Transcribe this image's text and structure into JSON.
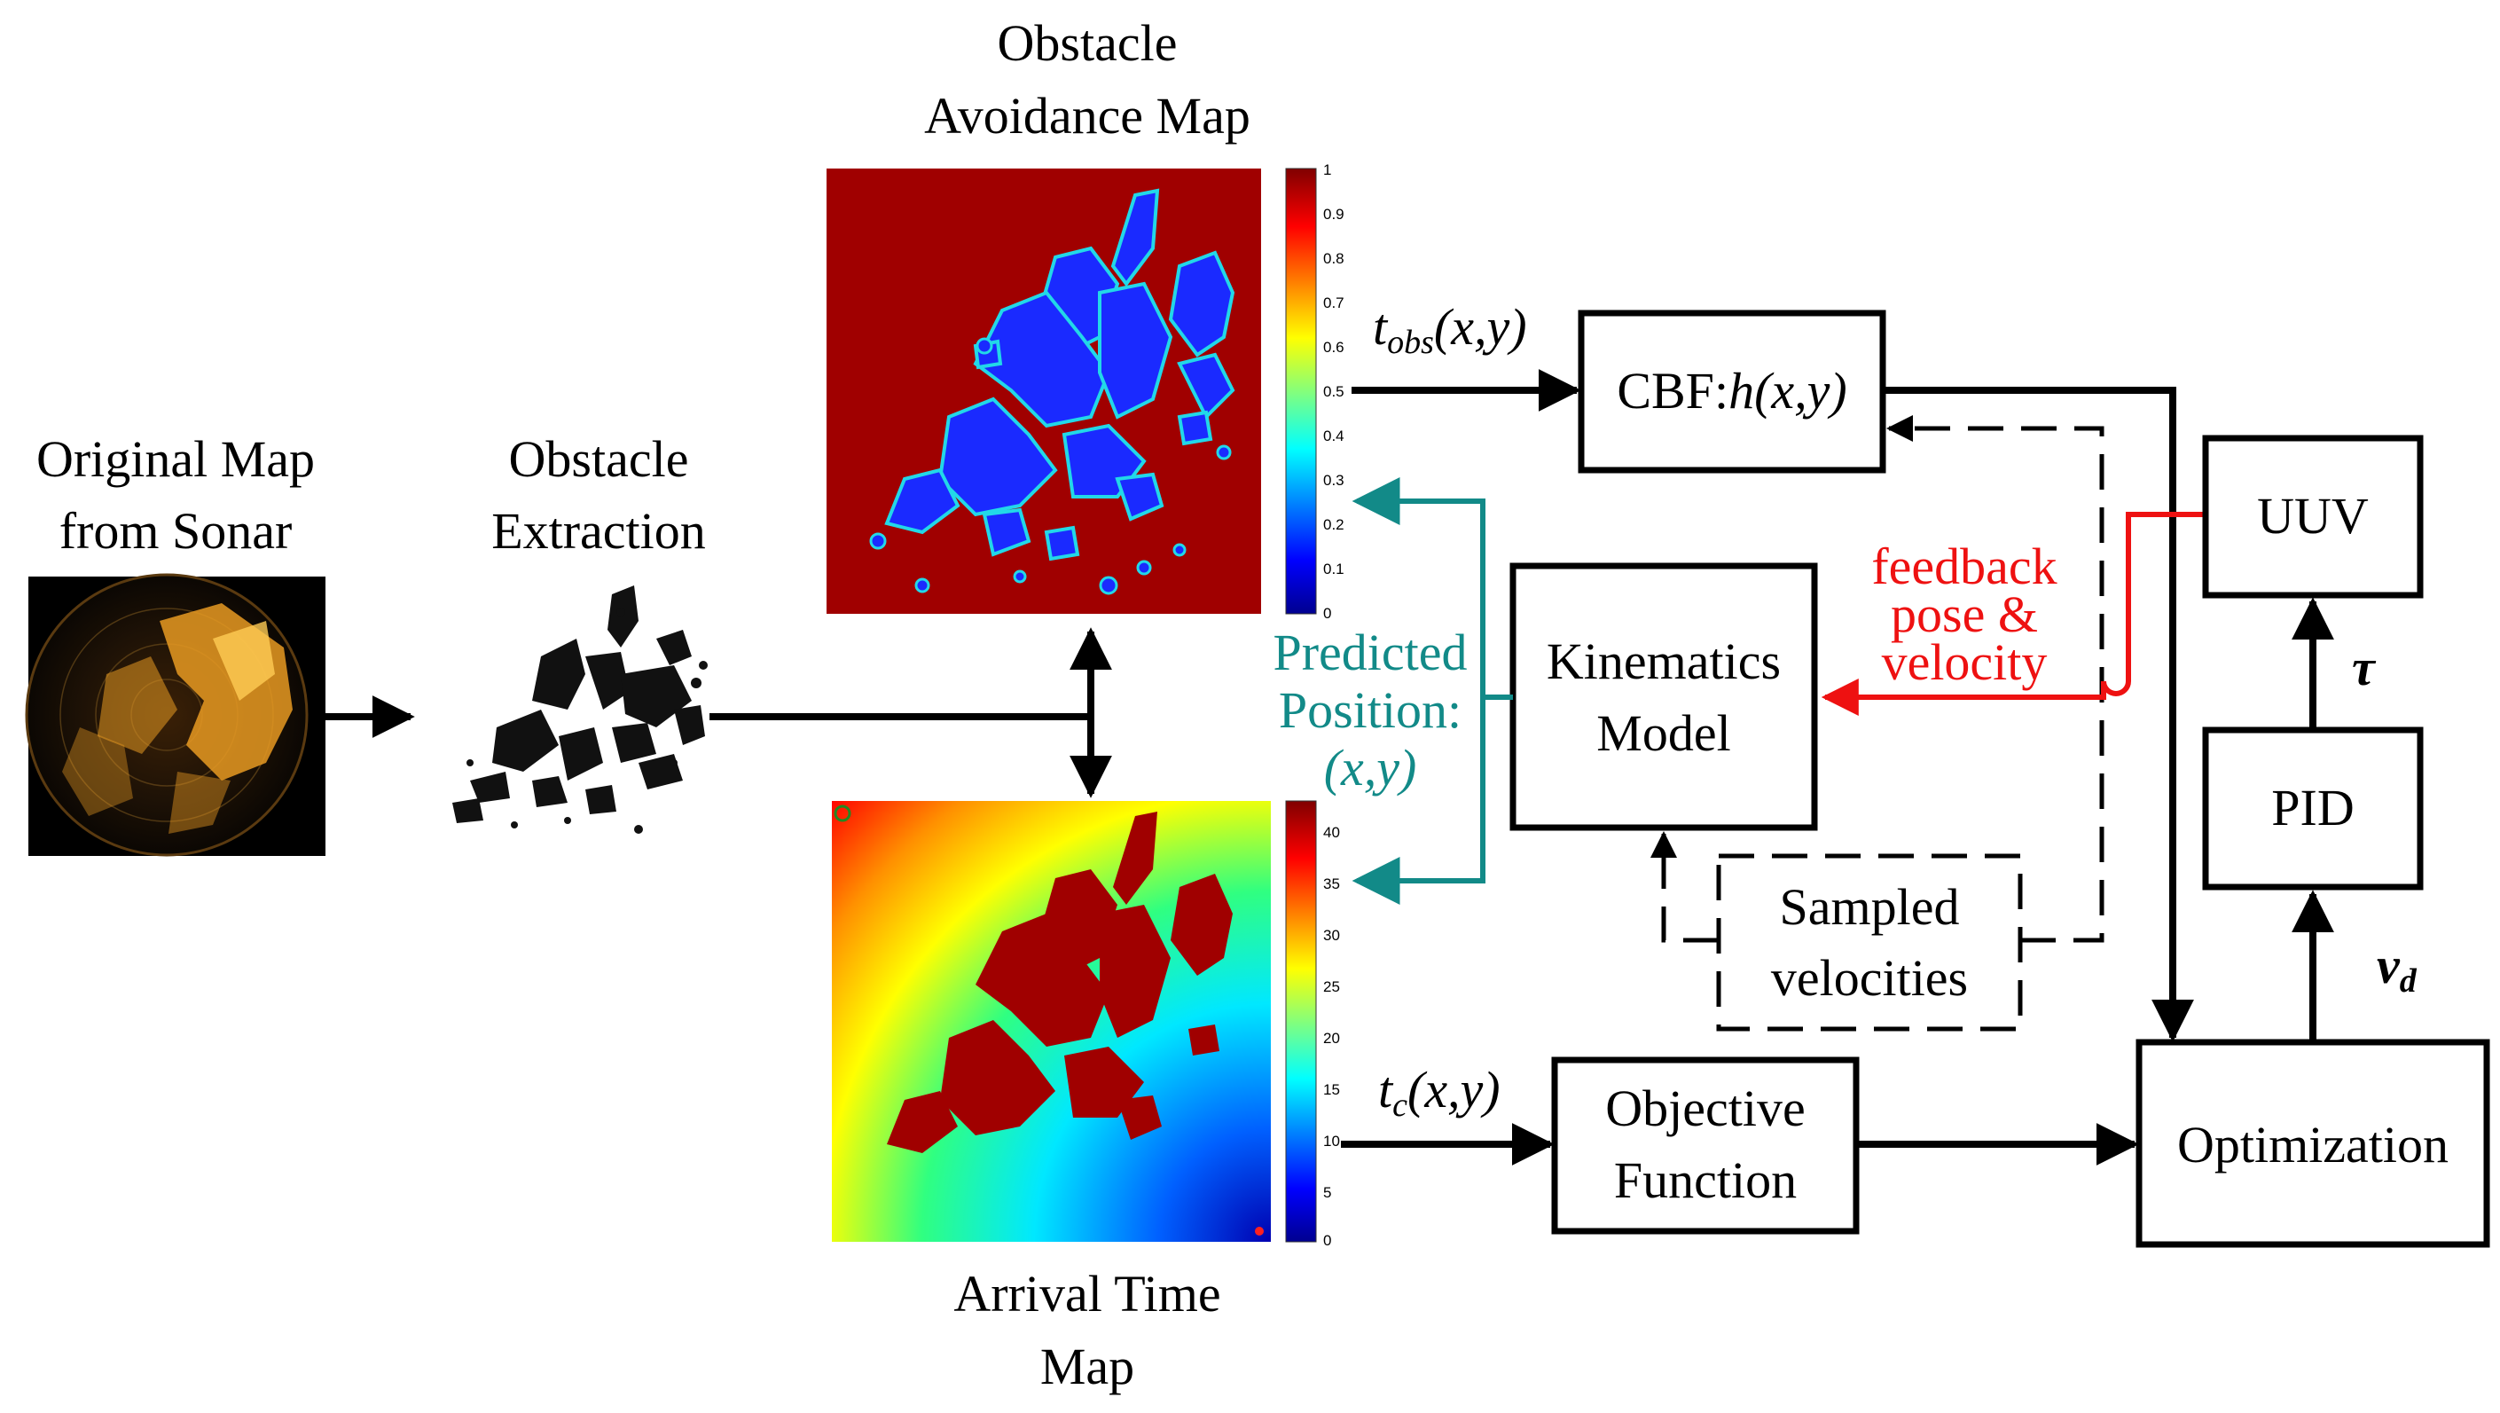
{
  "labels": {
    "original_map": [
      "Original Map",
      "from Sonar"
    ],
    "obstacle_extraction": [
      "Obstacle",
      "Extraction"
    ],
    "obstacle_avoidance_map": [
      "Obstacle",
      "Avoidance Map"
    ],
    "arrival_time_map": [
      "Arrival Time",
      "Map"
    ],
    "predicted_position": [
      "Predicted",
      "Position:",
      "(x,y)"
    ],
    "feedback": [
      "feedback",
      "pose &",
      "velocity"
    ],
    "t_obs": {
      "base": "t",
      "sub": "obs",
      "args": "(x,y)"
    },
    "t_c": {
      "base": "t",
      "sub": "c",
      "args": "(x,y)"
    },
    "tau": "τ",
    "v_d": {
      "base": "v",
      "sub": "d"
    }
  },
  "blocks": {
    "cbf": {
      "prefix": "CBF:",
      "func": "h",
      "args": "(x,y)"
    },
    "kinematics": [
      "Kinematics",
      "Model"
    ],
    "sampled": [
      "Sampled",
      "velocities"
    ],
    "objective": [
      "Objective",
      "Function"
    ],
    "optimization": "Optimization",
    "pid": "PID",
    "uuv": "UUV"
  },
  "colorbars": {
    "obstacle_ticks": [
      "1",
      "0.9",
      "0.8",
      "0.7",
      "0.6",
      "0.5",
      "0.4",
      "0.3",
      "0.2",
      "0.1",
      "0"
    ],
    "arrival_ticks": [
      "40",
      "35",
      "30",
      "25",
      "20",
      "15",
      "10",
      "5",
      "0"
    ]
  },
  "colors": {
    "teal": "#128a88",
    "red": "#ee1111",
    "map_red": "#a00000",
    "map_blue": "#1a2aff"
  },
  "icons": {
    "sonar": "sonar-image",
    "extraction": "obstacle-mask-image",
    "obstacle_map": "heatmap-image",
    "arrival_map": "heatmap-image"
  }
}
